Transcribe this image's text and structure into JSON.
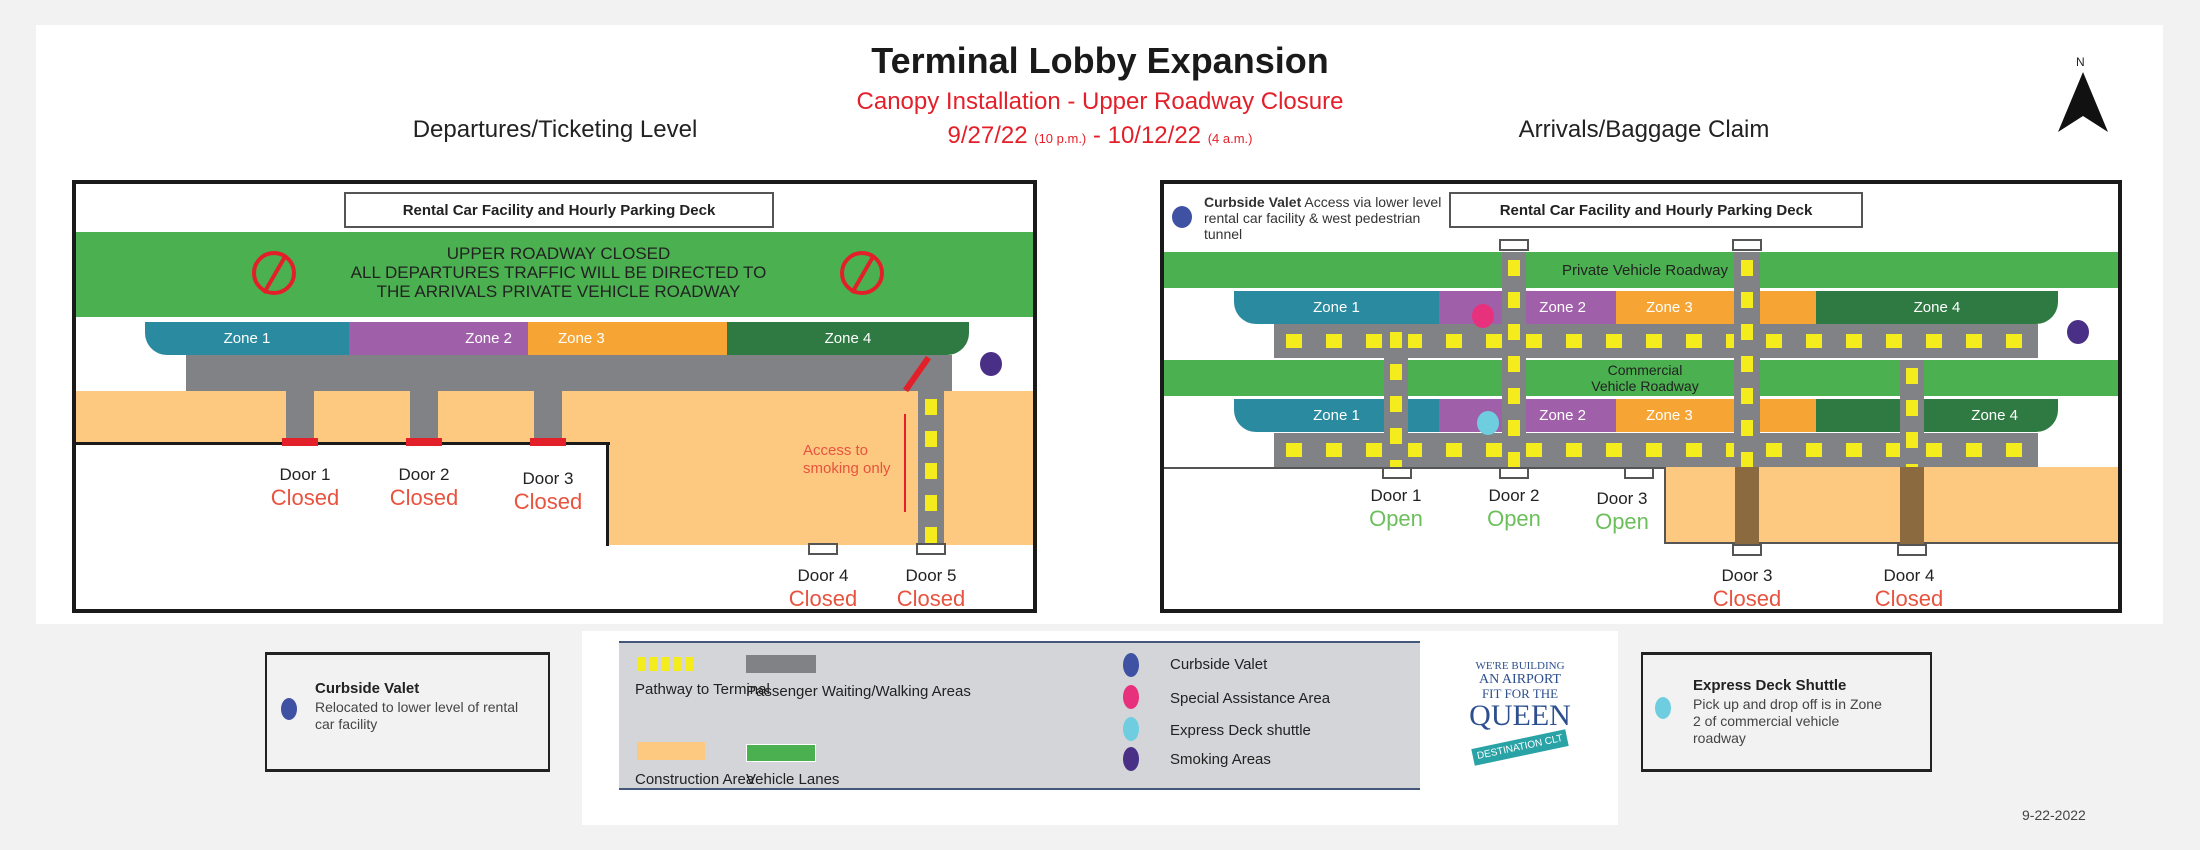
{
  "header": {
    "title": "Terminal Lobby Expansion",
    "subtitle": "Canopy Installation - Upper Roadway Closure",
    "date_start": "9/27/22",
    "time_start": "(10 p.m.)",
    "date_sep": " - ",
    "date_end": "10/12/22",
    "time_end": "(4 a.m.)",
    "north": "N"
  },
  "departures": {
    "title": "Departures/Ticketing Level",
    "parking": "Rental Car Facility and Hourly Parking Deck",
    "closure_lines": [
      "UPPER ROADWAY CLOSED",
      "ALL DEPARTURES TRAFFIC WILL BE DIRECTED TO",
      "THE ARRIVALS PRIVATE VEHICLE ROADWAY"
    ],
    "zones": [
      "Zone 1",
      "Zone 2",
      "Zone 3",
      "Zone 4"
    ],
    "smoking_note": "Access to smoking only",
    "doors": [
      {
        "label": "Door 1",
        "status": "Closed"
      },
      {
        "label": "Door 2",
        "status": "Closed"
      },
      {
        "label": "Door 3",
        "status": "Closed"
      },
      {
        "label": "Door 4",
        "status": "Closed"
      },
      {
        "label": "Door 5",
        "status": "Closed"
      }
    ]
  },
  "arrivals": {
    "title": "Arrivals/Baggage Claim",
    "valet_title": "Curbside Valet",
    "valet_text": "Access via lower level rental car facility & west pedestrian tunnel",
    "parking": "Rental Car Facility and Hourly Parking Deck",
    "private_road": "Private Vehicle Roadway",
    "commercial_road_1": "Commercial",
    "commercial_road_2": "Vehicle Roadway",
    "zones": [
      "Zone 1",
      "Zone 2",
      "Zone 3",
      "Zone 4"
    ],
    "doors": [
      {
        "label": "Door 1",
        "status": "Open"
      },
      {
        "label": "Door 2",
        "status": "Open"
      },
      {
        "label": "Door 3",
        "status": "Open"
      },
      {
        "label": "Door 3",
        "status": "Closed"
      },
      {
        "label": "Door 4",
        "status": "Closed"
      }
    ]
  },
  "legend": {
    "pathway": "Pathway to Terminal",
    "waiting": "Passenger Waiting/Walking Areas",
    "construction": "Construction Area",
    "lanes": "Vehicle Lanes",
    "valet": "Curbside Valet",
    "assistance": "Special Assistance Area",
    "shuttle": "Express Deck shuttle",
    "smoking": "Smoking Areas"
  },
  "callout_left": {
    "title": "Curbside Valet",
    "text": "Relocated to lower level of rental car facility"
  },
  "callout_right": {
    "title": "Express Deck Shuttle",
    "text": "Pick up and drop off is in Zone 2 of commercial vehicle roadway"
  },
  "logo": {
    "lines": [
      "WE'RE BUILDING",
      "AN AIRPORT",
      "FIT FOR THE",
      "QUEEN"
    ],
    "banner": "DESTINATION CLT"
  },
  "footer_date": "9-22-2022",
  "colors": {
    "valet": "#3f51a3",
    "assistance": "#e8317c",
    "shuttle": "#6fcde0",
    "smoking": "#4a2f86",
    "lanes": "#4bb04f",
    "construction": "#fdc981",
    "walk": "#818285",
    "path": "#f5ec1e",
    "closed": "#e8533f",
    "open": "#6cbf5b"
  }
}
